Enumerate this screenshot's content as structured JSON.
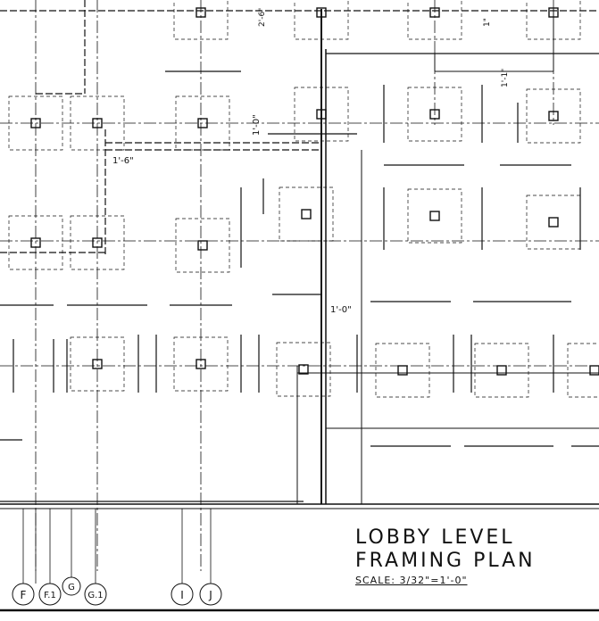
{
  "drawing": {
    "title_line1": "LOBBY LEVEL",
    "title_line2": "FRAMING PLAN",
    "scale": "SCALE: 3/32\"=1'-0\""
  },
  "dimensions": {
    "d_top_mid": "2'-6\"",
    "d_top_right": "1\"",
    "d_right_upper": "1'-1\"",
    "d_mid_left": "1'-6\"",
    "d_center_upper": "1'-0\"",
    "d_center_lower": "1'-0\""
  },
  "grid_bubbles": [
    {
      "label": "F"
    },
    {
      "label": "F.1"
    },
    {
      "label": "G"
    },
    {
      "label": "G.1"
    },
    {
      "label": "I"
    },
    {
      "label": "J"
    }
  ],
  "colors": {
    "ink": "#111111",
    "paper": "#ffffff"
  }
}
